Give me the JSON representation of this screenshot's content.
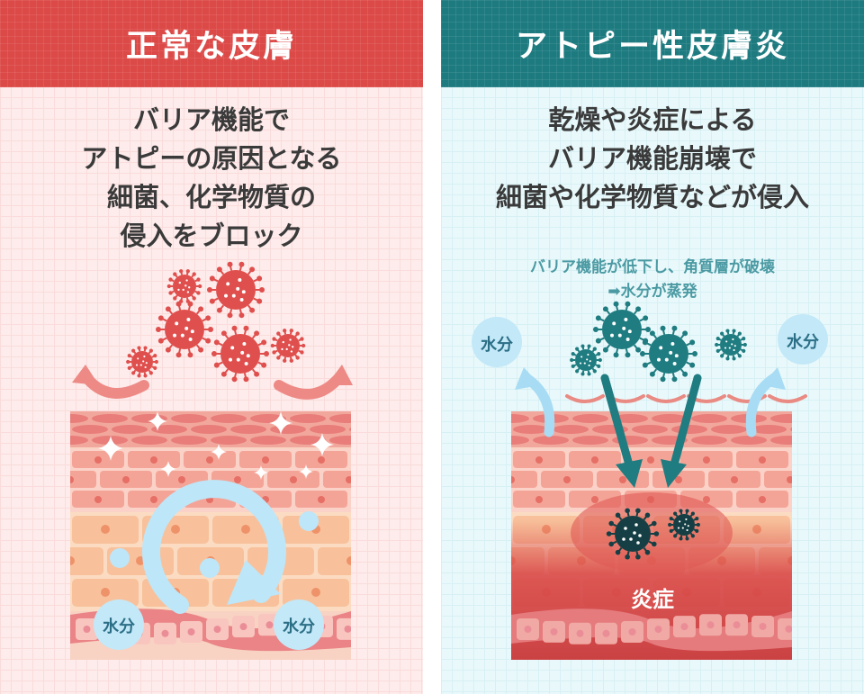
{
  "left": {
    "title": "正常な皮膚",
    "description": [
      "バリア機能で",
      "アトピーの原因となる",
      "細菌、化学物質の",
      "侵入をブロック"
    ],
    "water_label": "水分",
    "color": "#dc4a48"
  },
  "right": {
    "title": "アトピー性皮膚炎",
    "description": [
      "乾燥や炎症による",
      "バリア機能崩壊で",
      "細菌や化学物質などが侵入"
    ],
    "note": [
      "バリア機能が低下し、角質層が破壊",
      "➡水分が蒸発"
    ],
    "water_label": "水分",
    "inflammation_label": "炎症",
    "color": "#1d7b80"
  }
}
